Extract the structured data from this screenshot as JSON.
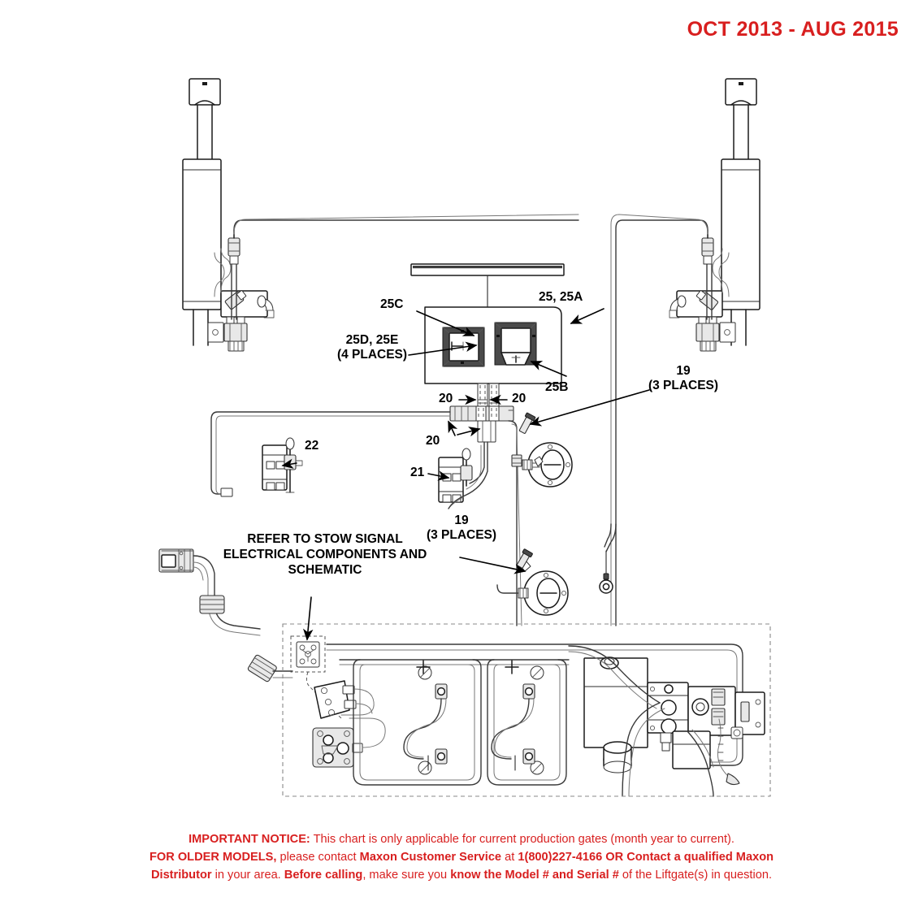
{
  "header": {
    "date_range": "OCT 2013 - AUG 2015",
    "accent_color": "#d81f1f"
  },
  "diagram": {
    "title_region": "liftgate hydraulic and electrical layout",
    "labels": {
      "l25_25a": "25, 25A",
      "l25b": "25B",
      "l25c": "25C",
      "l25d_25e": "25D, 25E",
      "l25d_25e_places": "(4 PLACES)",
      "l20_left": "20",
      "l20_right": "20",
      "l20_lower": "20",
      "l19_right": "19",
      "l19_right_places": "(3 PLACES)",
      "l19_mid": "19",
      "l19_mid_places": "(3 PLACES)",
      "l21": "21",
      "l22": "22"
    },
    "stow_note": {
      "line1": "REFER TO STOW SIGNAL",
      "line2": "ELECTRICAL COMPONENTS AND",
      "line3": "SCHEMATIC"
    }
  },
  "footer": {
    "line1_bold": "IMPORTANT NOTICE:",
    "line1_rest": " This chart is only applicable for current production gates (month year to current).",
    "line2_bold_a": "FOR OLDER MODELS,",
    "line2_rest_a": " please contact ",
    "line2_bold_b": "Maxon Customer Service",
    "line2_rest_b": " at ",
    "line2_bold_c": "1(800)227-4166 OR Contact a qualified Maxon",
    "line3_bold_a": "Distributor",
    "line3_rest_a": " in your area. ",
    "line3_bold_b": "Before calling",
    "line3_rest_b": ", make sure you ",
    "line3_bold_c": "know the Model # and Serial #",
    "line3_rest_c": " of the Liftgate(s) in question."
  }
}
